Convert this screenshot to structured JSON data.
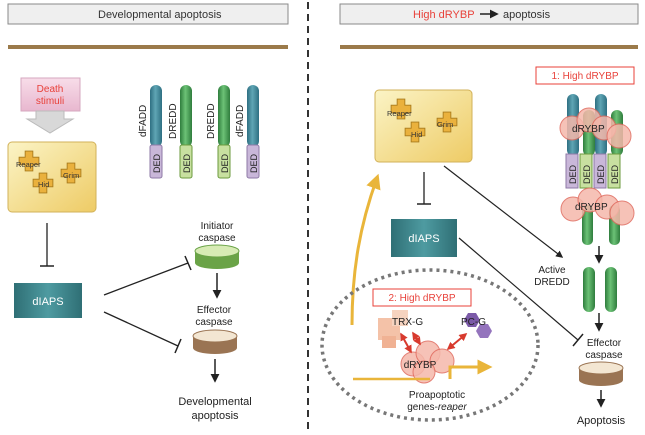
{
  "left_panel": {
    "header": "Developmental apoptosis",
    "death_stimuli": [
      "Death",
      "stimuli"
    ],
    "proteins": [
      "Reaper",
      "Hid",
      "Grim"
    ],
    "receptors": [
      {
        "name": "dFADD",
        "domain": "DED"
      },
      {
        "name": "DREDD",
        "domain": "DED"
      },
      {
        "name": "DREDD",
        "domain": "DED"
      },
      {
        "name": "dFADD",
        "domain": "DED"
      }
    ],
    "diaps": "dIAPS",
    "initiator": [
      "Initiator",
      "caspase"
    ],
    "effector": [
      "Effector",
      "caspase"
    ],
    "outcome": [
      "Developmental",
      "apoptosis"
    ]
  },
  "right_panel": {
    "header_high": "High dRYBP",
    "header_result": "apoptosis",
    "proteins": [
      "Reaper",
      "Hid",
      "Grim"
    ],
    "diaps": "dIAPS",
    "box1": "1: High dRYBP",
    "box2": "2: High dRYBP",
    "drybp": "dRYBP",
    "ded": "DED",
    "trxg": "TRX-G",
    "pcg": "PC-G",
    "active_dredd": [
      "Active",
      "DREDD"
    ],
    "effector": [
      "Effector",
      "caspase"
    ],
    "proapoptotic": [
      "Proapoptotic",
      "genes-",
      "reaper"
    ],
    "outcome": "Apoptosis"
  },
  "colors": {
    "accent_red": "#e8413a",
    "divider_brown": "#9b7a4a",
    "dredd_green": "#3f9b4c",
    "fadd_teal": "#3e8796",
    "ded_lilac": "#c9b7d9",
    "arrow_yellow": "#e9b53a"
  }
}
